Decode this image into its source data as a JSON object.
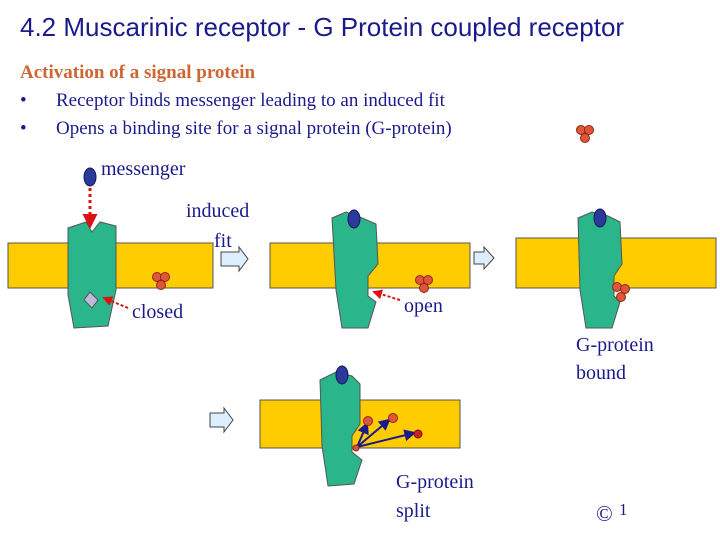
{
  "title": "4.2  Muscarinic receptor - G Protein coupled receptor",
  "subtitle": "Activation of a signal protein",
  "bullets": [
    "Receptor binds messenger leading to an induced fit",
    "Opens a binding site for a signal protein (G-protein)"
  ],
  "bullet_glyph": "•",
  "labels": {
    "messenger": "messenger",
    "induced": "induced",
    "fit": "fit",
    "closed": "closed",
    "open": "open",
    "gprotein_bound_1": "G-protein",
    "gprotein_bound_2": "bound",
    "gprotein_split_1": "G-protein",
    "gprotein_split_2": "split",
    "copyright": "©",
    "superscript": "1"
  },
  "colors": {
    "title": "#1a1a8c",
    "subtitle": "#cc6633",
    "membrane": "#ffcc00",
    "receptor": "#2ab58a",
    "messenger": "#2b3a9a",
    "gprotein": "#e0553a",
    "arrow_fill": "#ddeeff",
    "red_arrow": "#dd1111"
  }
}
